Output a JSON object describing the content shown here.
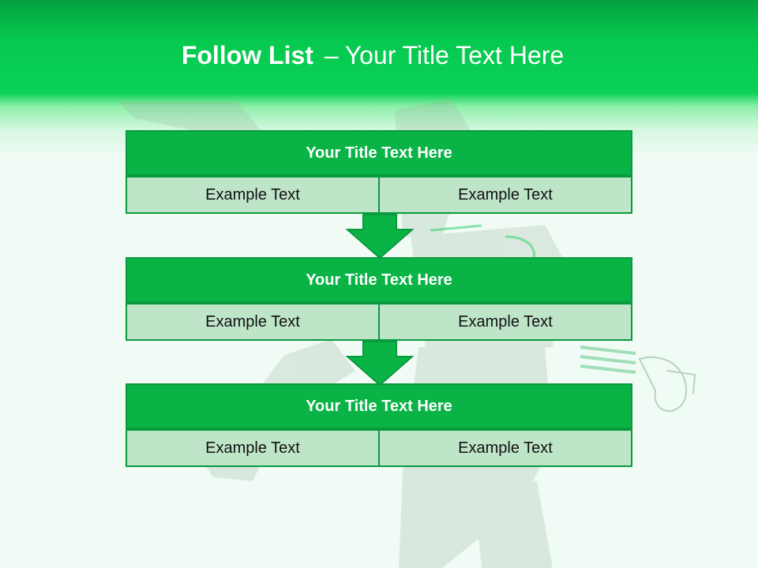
{
  "slide": {
    "title_bold": "Follow List",
    "title_separator": "–",
    "title_rest": "Your Title Text Here"
  },
  "blocks": [
    {
      "title": "Your Title Text Here",
      "left_text": "Example Text",
      "right_text": "Example Text"
    },
    {
      "title": "Your Title Text Here",
      "left_text": "Example Text",
      "right_text": "Example Text"
    },
    {
      "title": "Your Title Text Here",
      "left_text": "Example Text",
      "right_text": "Example Text"
    }
  ],
  "colors": {
    "header_green": "#06c94f",
    "block_title_green": "#09b346",
    "block_border": "#0a9a3e",
    "cell_fill": "#bfe5c9",
    "background": "#f1fbf5"
  },
  "icons": [
    "down-arrow-icon",
    "down-arrow-icon"
  ]
}
